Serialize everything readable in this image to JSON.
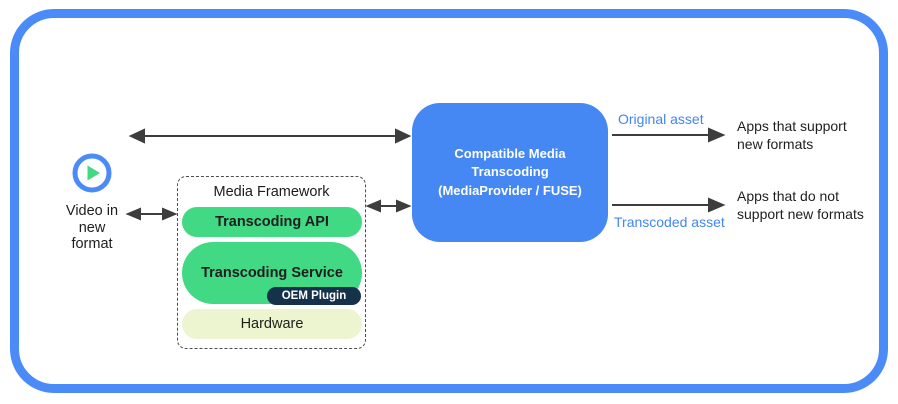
{
  "colors": {
    "frame_blue": "#4b8bf7",
    "box_blue": "#4587f3",
    "layer_green": "#42d985",
    "oem_navy": "#16324a",
    "hardware_pale": "#edf4d0",
    "arrow_gray": "#3d3d3d",
    "asset_label_blue": "#4285f4",
    "text_black": "#1e1e1e"
  },
  "diagram": {
    "video_source": {
      "icon": "play-icon",
      "label": "Video in\nnew\nformat"
    },
    "media_framework": {
      "title": "Media Framework",
      "layers": [
        {
          "label": "Transcoding API"
        },
        {
          "label": "Transcoding Service",
          "sub": "OEM Plugin"
        },
        {
          "label": "Hardware"
        }
      ]
    },
    "transcoding_box": {
      "title": "Compatible Media\nTranscoding\n(MediaProvider / FUSE)"
    },
    "outputs": [
      {
        "asset_label": "Original asset",
        "target": "Apps that support\nnew formats"
      },
      {
        "asset_label": "Transcoded asset",
        "target": "Apps that do not\nsupport new formats"
      }
    ]
  }
}
